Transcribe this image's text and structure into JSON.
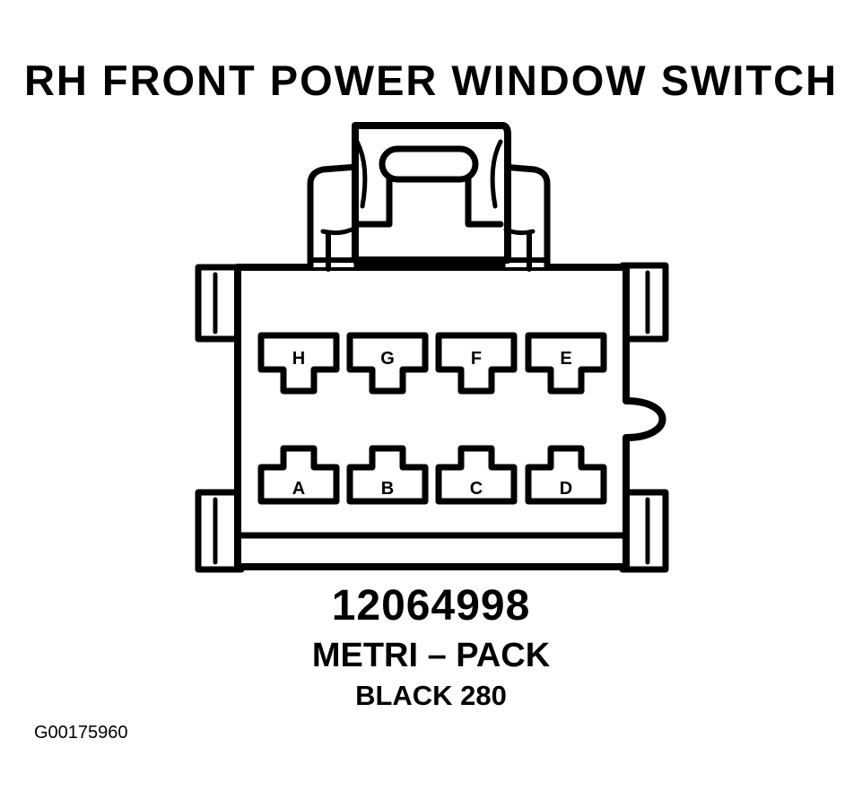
{
  "title": "RH FRONT POWER WINDOW SWITCH",
  "connector": {
    "part_number": "12064998",
    "type": "METRI – PACK",
    "color_code": "BLACK 280"
  },
  "pins": {
    "top_row": [
      "H",
      "G",
      "F",
      "E"
    ],
    "bottom_row": [
      "A",
      "B",
      "C",
      "D"
    ]
  },
  "figure_id": "G00175960",
  "colors": {
    "line": "#000000",
    "background": "#ffffff"
  }
}
